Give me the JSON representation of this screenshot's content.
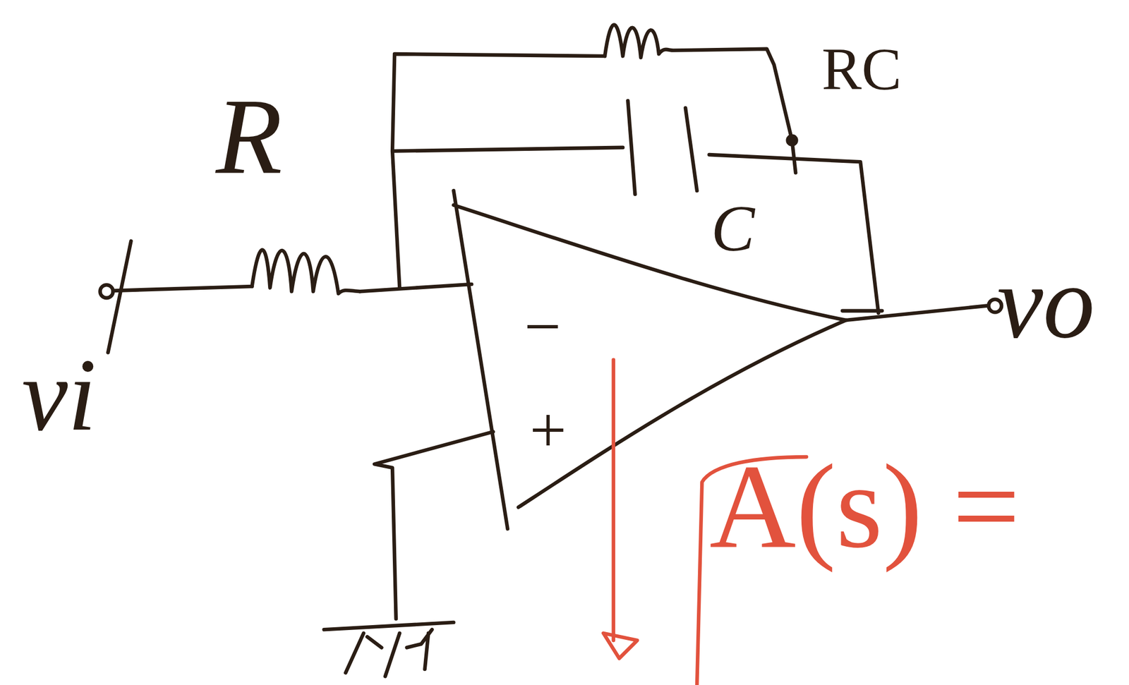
{
  "diagram": {
    "labels": [
      "R",
      "RC",
      "C",
      "−",
      "+",
      "vi",
      "vo",
      "A(s) ="
    ]
  }
}
